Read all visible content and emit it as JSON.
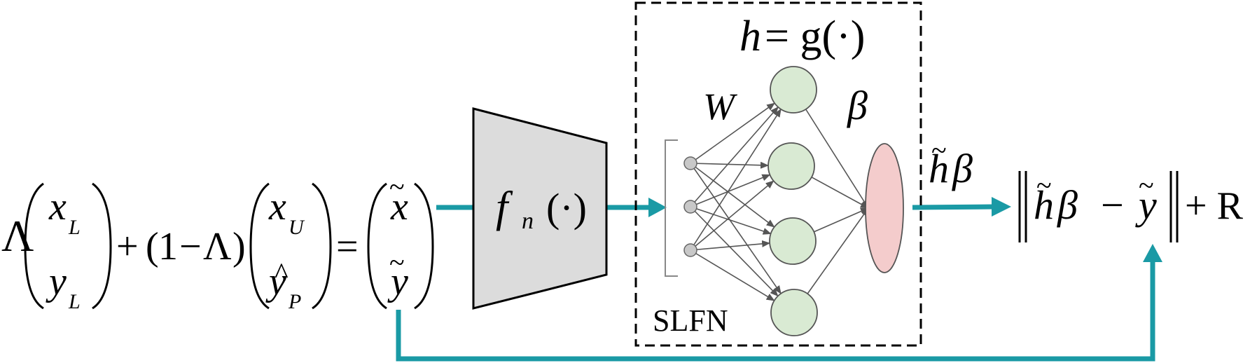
{
  "colors": {
    "teal": "#1a9aa5",
    "trapezoid_fill": "#dcdcdc",
    "hidden_fill": "#d9ead3",
    "output_fill": "#f4cccc",
    "input_fill": "#c8c8c8",
    "edge": "#555555",
    "text": "#000000"
  },
  "equation": {
    "lambda": "Λ",
    "x_l_base": "x",
    "x_l_sub": "L",
    "y_l_base": "y",
    "y_l_sub": "L",
    "plus": "+",
    "open_paren": "(",
    "one": "1",
    "minus": "−",
    "lambda2": "Λ",
    "close_paren": ")",
    "x_u_base": "x",
    "x_u_sub": "U",
    "y_p_base": "y",
    "y_p_hat": "^",
    "y_p_sub": "P",
    "equals": "=",
    "x_tilde_base": "x",
    "y_tilde_base": "y",
    "tilde": "~"
  },
  "transform": {
    "f": "f",
    "f_sub": "n",
    "arg": "(·)"
  },
  "slfn": {
    "label": "SLFN",
    "h_eq_lhs": "h",
    "h_eq_rhs": "= g(·)",
    "weight_label": "W",
    "beta_label": "β"
  },
  "output": {
    "h": "h",
    "beta": "β",
    "loss_minus": "−",
    "loss_y": "y",
    "plus_r": "+ R"
  }
}
